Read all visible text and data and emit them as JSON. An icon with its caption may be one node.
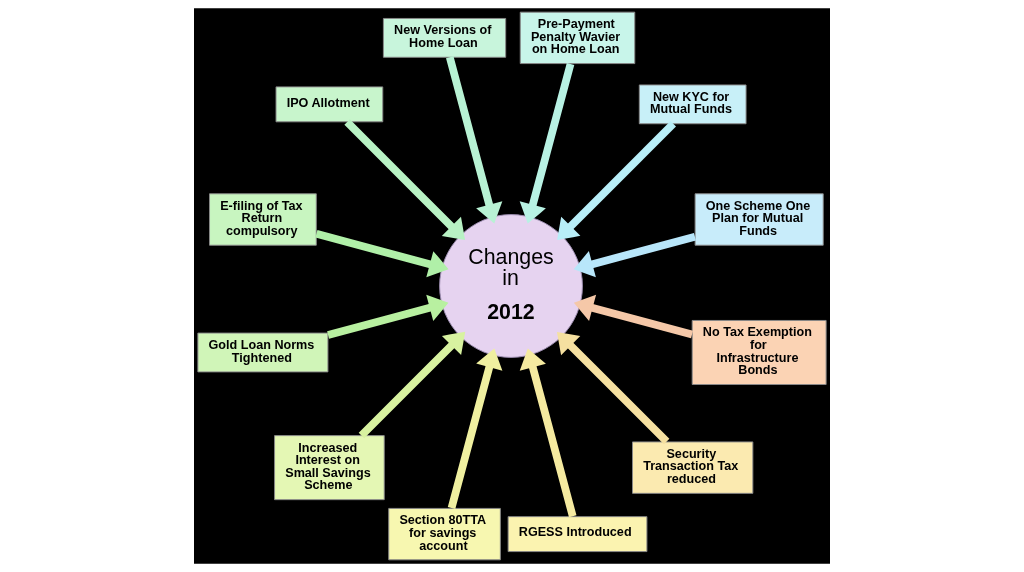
{
  "diagram": {
    "nodes": [
      {
        "text": [
          "Changes in",
          "2012"
        ]
      },
      {
        "text": [
          "One Scheme One Plan for Mutual Funds"
        ]
      },
      {
        "text": [
          "New KYC for Mutual Funds"
        ]
      },
      {
        "text": [
          "Pre-Payment Penalty Wavier on Home Loan"
        ]
      },
      {
        "text": [
          "New Versions of Home Loan"
        ]
      },
      {
        "text": [
          "IPO Allotment"
        ]
      },
      {
        "text": [
          "E-filing of Tax Return compulsory"
        ]
      },
      {
        "text": [
          "Gold Loan Norms Tightened"
        ]
      },
      {
        "text": [
          "Increased Interest on Small Savings Scheme"
        ]
      },
      {
        "text": [
          "Section 80TTA for savings account"
        ]
      },
      {
        "text": [
          "RGESS Introduced"
        ]
      },
      {
        "text": [
          "Security Transaction Tax reduced"
        ]
      },
      {
        "text": [
          "No Tax Exemption for Infrastructure Bonds"
        ]
      }
    ],
    "edges": [
      {
        "from": 1,
        "to": 0,
        "arrow": "to"
      },
      {
        "from": 2,
        "to": 0,
        "arrow": "to"
      },
      {
        "from": 3,
        "to": 0,
        "arrow": "to"
      },
      {
        "from": 4,
        "to": 0,
        "arrow": "to"
      },
      {
        "from": 5,
        "to": 0,
        "arrow": "to"
      },
      {
        "from": 6,
        "to": 0,
        "arrow": "to"
      },
      {
        "from": 7,
        "to": 0,
        "arrow": "to"
      },
      {
        "from": 8,
        "to": 0,
        "arrow": "to"
      },
      {
        "from": 9,
        "to": 0,
        "arrow": "to"
      },
      {
        "from": 10,
        "to": 0,
        "arrow": "to"
      },
      {
        "from": 11,
        "to": 0,
        "arrow": "to"
      },
      {
        "from": 12,
        "to": 0,
        "arrow": "to"
      }
    ]
  }
}
